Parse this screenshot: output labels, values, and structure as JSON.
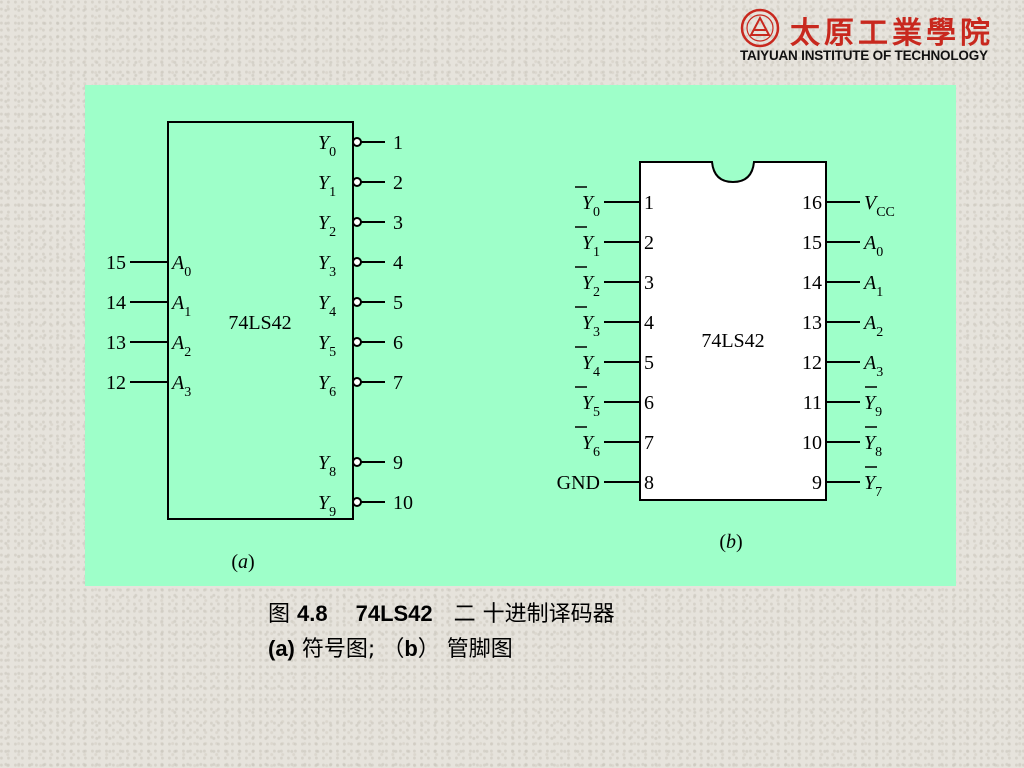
{
  "logo": {
    "name_cn": "太原工業學院",
    "name_en": "TAIYUAN INSTITUTE OF TECHNOLOGY",
    "emblem_icon": "red-circular-emblem",
    "color": "#c8281e"
  },
  "panel": {
    "background": "#9effc9"
  },
  "diagram_a": {
    "chip_label": "74LS42",
    "sublabel_open": "(",
    "sublabel_letter": "a",
    "sublabel_close": ")",
    "inputs": [
      {
        "pin": "15",
        "name": "A",
        "sub": "0"
      },
      {
        "pin": "14",
        "name": "A",
        "sub": "1"
      },
      {
        "pin": "13",
        "name": "A",
        "sub": "2"
      },
      {
        "pin": "12",
        "name": "A",
        "sub": "3"
      }
    ],
    "outputs": [
      {
        "pin": "1",
        "name": "Y",
        "sub": "0"
      },
      {
        "pin": "2",
        "name": "Y",
        "sub": "1"
      },
      {
        "pin": "3",
        "name": "Y",
        "sub": "2"
      },
      {
        "pin": "4",
        "name": "Y",
        "sub": "3"
      },
      {
        "pin": "5",
        "name": "Y",
        "sub": "4"
      },
      {
        "pin": "6",
        "name": "Y",
        "sub": "5"
      },
      {
        "pin": "7",
        "name": "Y",
        "sub": "6"
      },
      {
        "pin": "9",
        "name": "Y",
        "sub": "8"
      },
      {
        "pin": "10",
        "name": "Y",
        "sub": "9"
      }
    ]
  },
  "diagram_b": {
    "chip_label": "74LS42",
    "sublabel_open": "(",
    "sublabel_letter": "b",
    "sublabel_close": ")",
    "left_pins": [
      {
        "pin": "1",
        "name": "Y",
        "sub": "0",
        "bar": true
      },
      {
        "pin": "2",
        "name": "Y",
        "sub": "1",
        "bar": true
      },
      {
        "pin": "3",
        "name": "Y",
        "sub": "2",
        "bar": true
      },
      {
        "pin": "4",
        "name": "Y",
        "sub": "3",
        "bar": true
      },
      {
        "pin": "5",
        "name": "Y",
        "sub": "4",
        "bar": true
      },
      {
        "pin": "6",
        "name": "Y",
        "sub": "5",
        "bar": true
      },
      {
        "pin": "7",
        "name": "Y",
        "sub": "6",
        "bar": true
      },
      {
        "pin": "8",
        "name": "GND",
        "sub": "",
        "bar": false
      }
    ],
    "right_pins": [
      {
        "pin": "16",
        "name": "V",
        "sub": "CC",
        "bar": false
      },
      {
        "pin": "15",
        "name": "A",
        "sub": "0",
        "bar": false
      },
      {
        "pin": "14",
        "name": "A",
        "sub": "1",
        "bar": false
      },
      {
        "pin": "13",
        "name": "A",
        "sub": "2",
        "bar": false
      },
      {
        "pin": "12",
        "name": "A",
        "sub": "3",
        "bar": false
      },
      {
        "pin": "11",
        "name": "Y",
        "sub": "9",
        "bar": true
      },
      {
        "pin": "10",
        "name": "Y",
        "sub": "8",
        "bar": true
      },
      {
        "pin": "9",
        "name": "Y",
        "sub": "7",
        "bar": true
      }
    ]
  },
  "caption": {
    "fig_prefix": "图",
    "fig_number": "4.8",
    "chip": "74LS42",
    "title": "二 十进制译码器",
    "part_a_label": "(a)",
    "part_a_text": "符号图;",
    "part_b_open": "（",
    "part_b_letter": "b",
    "part_b_close": "）",
    "part_b_text": "管脚图"
  }
}
